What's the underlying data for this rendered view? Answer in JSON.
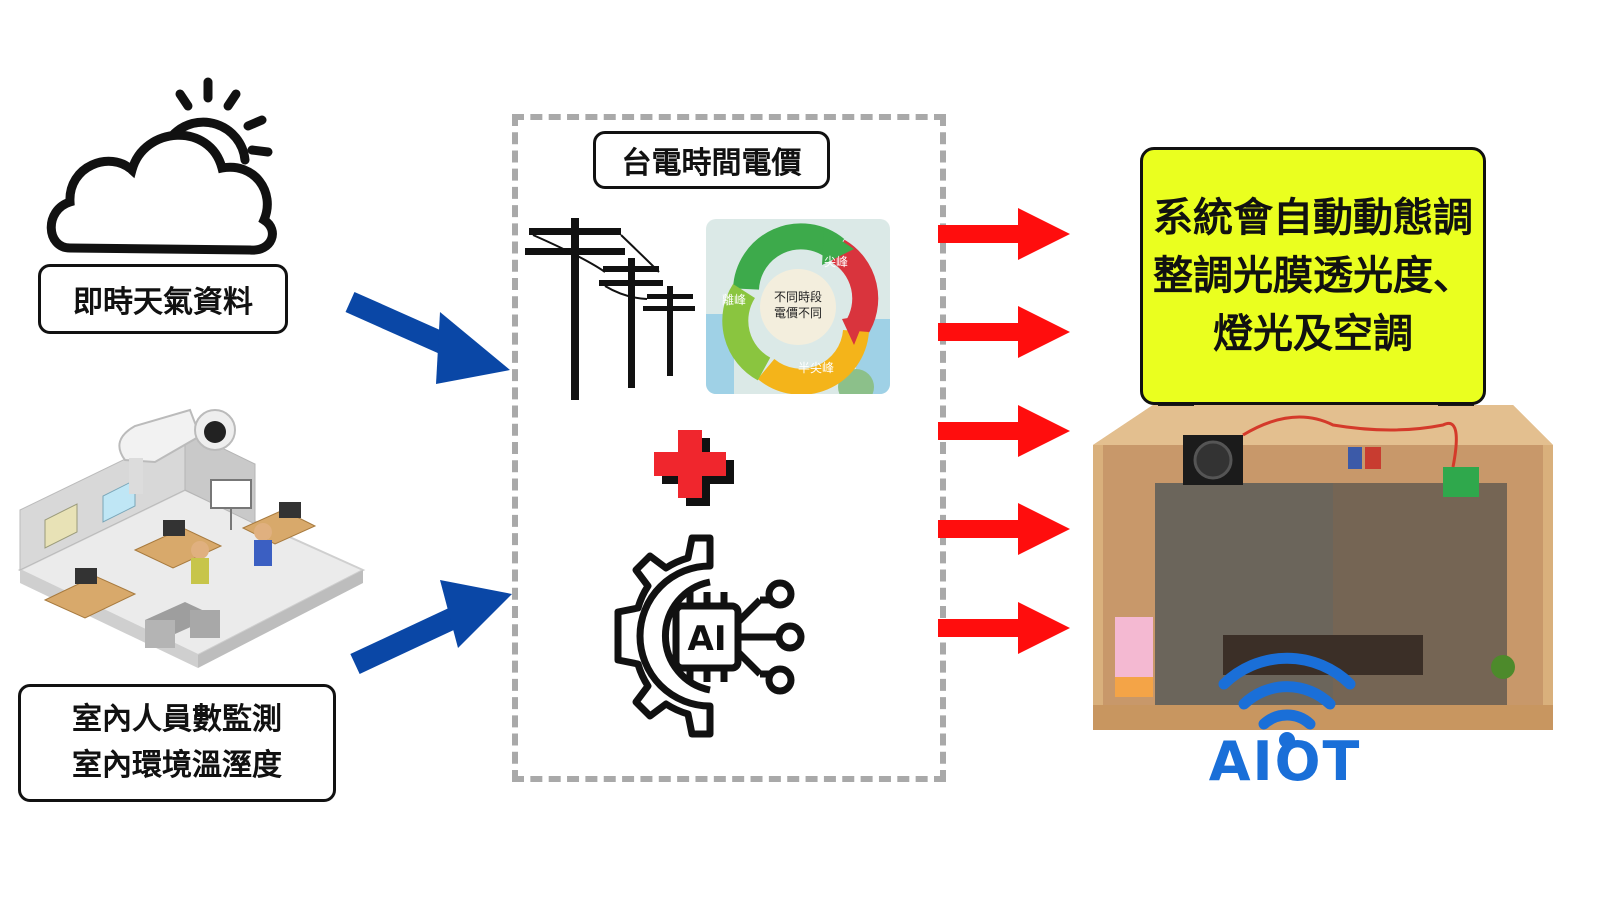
{
  "left": {
    "weather_label": "即時天氣資料",
    "indoor_lines": [
      "室內人員數監測",
      "室內環境溫溼度"
    ]
  },
  "center": {
    "title": "台電時間電價",
    "tou_cycle": {
      "center_lines": [
        "不同時段",
        "電價不同"
      ],
      "peak": "尖峰",
      "off_peak": "離峰",
      "mid_peak": "半尖峰"
    },
    "chip_text": "AI"
  },
  "right": {
    "result_lines": [
      "系統會自動動態調",
      "整調光膜透光度、",
      "燈光及空調"
    ],
    "aiot_label": "AIOT"
  },
  "colors": {
    "blue_arrow": "#0a47a6",
    "red_arrow": "#ff0d0d",
    "yellow_box": "#eaff1f",
    "dashed_border": "#a9a9a9",
    "aiot_blue": "#1a6fd8"
  },
  "icons": [
    "cloud-sun-icon",
    "office-isometric-image",
    "utility-poles-icon",
    "tou-cycle-image",
    "plus-icon",
    "ai-gear-icon",
    "model-room-image",
    "wifi-icon"
  ]
}
